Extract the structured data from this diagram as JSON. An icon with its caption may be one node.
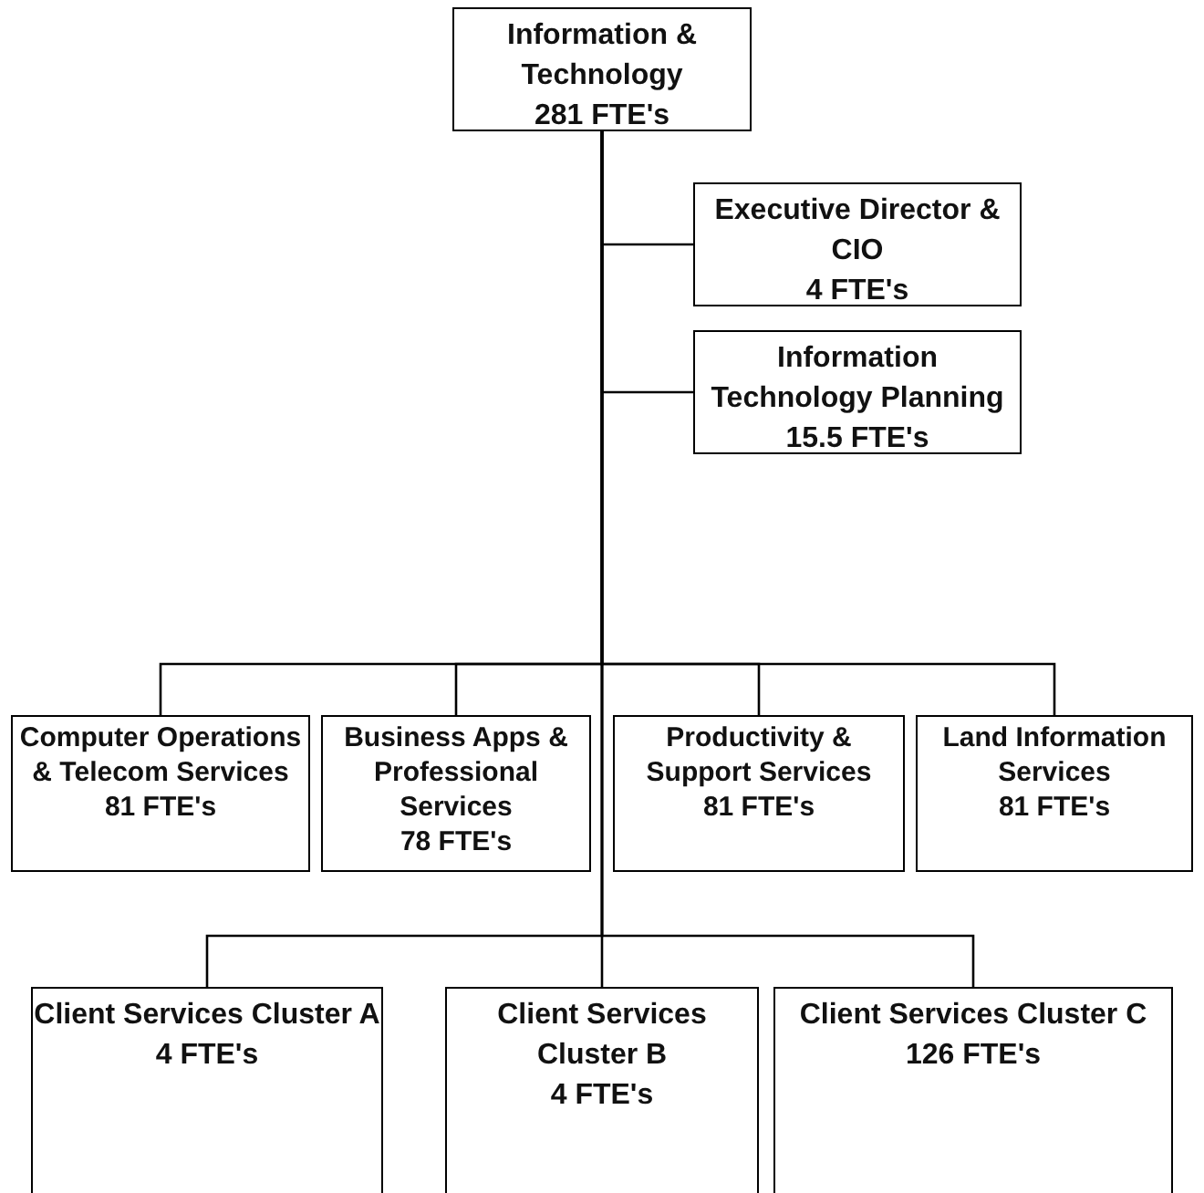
{
  "diagram": {
    "nodes": [
      {
        "text": [
          "Information & Technology",
          "281 FTE's"
        ]
      },
      {
        "text": [
          "Executive Director & CIO",
          "4 FTE's"
        ]
      },
      {
        "text": [
          "Information Technology Planning",
          "15.5 FTE's"
        ]
      },
      {
        "text": [
          "Computer Operations & Telecom Services",
          "81 FTE's"
        ]
      },
      {
        "text": [
          "Business Apps & Professional Services",
          "78 FTE's"
        ]
      },
      {
        "text": [
          "Productivity & Support Services",
          "81 FTE's"
        ]
      },
      {
        "text": [
          "Land Information Services",
          "81 FTE's"
        ]
      },
      {
        "text": [
          "Client Services Cluster A",
          "4 FTE's"
        ]
      },
      {
        "text": [
          "Client Services Cluster B",
          "4 FTE's"
        ]
      },
      {
        "text": [
          "Client Services Cluster C",
          "126 FTE's"
        ]
      }
    ],
    "edges": [
      {
        "from": 0,
        "to": 1,
        "arrow": "none"
      },
      {
        "from": 0,
        "to": 2,
        "arrow": "none"
      },
      {
        "from": 0,
        "to": 3,
        "arrow": "none"
      },
      {
        "from": 0,
        "to": 4,
        "arrow": "none"
      },
      {
        "from": 0,
        "to": 5,
        "arrow": "none"
      },
      {
        "from": 0,
        "to": 6,
        "arrow": "none"
      },
      {
        "from": 0,
        "to": 7,
        "arrow": "none"
      },
      {
        "from": 0,
        "to": 8,
        "arrow": "none"
      },
      {
        "from": 0,
        "to": 9,
        "arrow": "none"
      }
    ]
  }
}
